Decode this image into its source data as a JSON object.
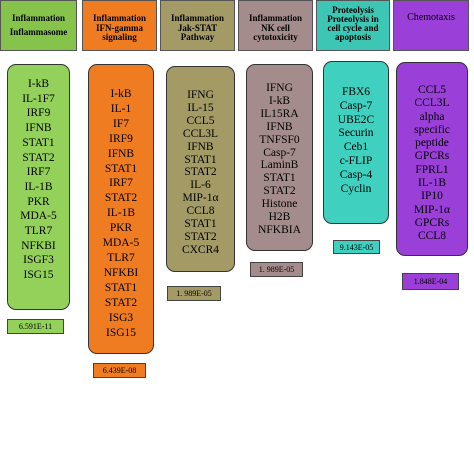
{
  "columns": [
    {
      "header": [
        "Inflammation",
        "Inflammasome"
      ],
      "genes": [
        "I-kB",
        "IL-1F7",
        "IRF9",
        "IFNB",
        "STAT1",
        "STAT2",
        "IRF7",
        "IL-1B",
        "PKR",
        "MDA-5",
        "TLR7",
        "NFKBI",
        "ISGF3",
        "ISG15"
      ],
      "pvalue": "6.591E-11",
      "colors": {
        "header": "#86c34a",
        "box": "#93d15a",
        "pvalue": "#93d15a"
      }
    },
    {
      "header": [
        "Inflammation",
        "IFN-gamma",
        "signaling"
      ],
      "genes": [
        "I-kB",
        "IL-1",
        "IF7",
        "IRF9",
        "IFNB",
        "STAT1",
        "IRF7",
        "STAT2",
        "IL-1B",
        "PKR",
        "MDA-5",
        "TLR7",
        "NFKBI",
        "STAT1",
        "STAT2",
        "ISG3",
        "ISG15"
      ],
      "pvalue": "6.439E-08",
      "colors": {
        "header": "#f07c22",
        "box": "#f07c22",
        "pvalue": "#f07c22"
      }
    },
    {
      "header": [
        "Inflammation",
        "Jak-STAT",
        "Pathway"
      ],
      "genes": [
        "IFNG",
        "IL-15",
        "CCL5",
        "CCL3L",
        "IFNB",
        "STAT1",
        "STAT2",
        "IL-6",
        "MIP-1α",
        "CCL8",
        "STAT1",
        "STAT2",
        "CXCR4"
      ],
      "pvalue": "1. 989E-05",
      "colors": {
        "header": "#a39a66",
        "box": "#a39a66",
        "pvalue": "#a39a66"
      }
    },
    {
      "header": [
        "Inflammation",
        "NK cell",
        "cytotoxicity"
      ],
      "genes": [
        "IFNG",
        "I-kB",
        "IL15RA",
        "IFNB",
        "TNFSF0",
        "Casp-7",
        "LaminB",
        "STAT1",
        "STAT2",
        "Histone",
        "H2B",
        "NFKBIA"
      ],
      "pvalue": "1. 989E-05",
      "colors": {
        "header": "#a58c8c",
        "box": "#a58c8c",
        "pvalue": "#a58c8c"
      }
    },
    {
      "header": [
        "Proteolysis",
        "Proteolysis in",
        "cell cycle and",
        "apoptosis"
      ],
      "genes": [
        "FBX6",
        "Casp-7",
        "UBE2C",
        "Securin",
        "Ceb1",
        "c-FLIP",
        "Casp-4",
        "Cyclin"
      ],
      "pvalue": "9.143E-05",
      "colors": {
        "header": "#3dc6b4",
        "box": "#3fd0bf",
        "pvalue": "#3fd0bf"
      }
    },
    {
      "header": [
        "Chemotaxis"
      ],
      "genes": [
        "CCL5",
        "CCL3L",
        "alpha",
        "specific",
        "peptide",
        "GPCRs",
        "FPRL1",
        "IL-1B",
        "IP10",
        "MIP-1α",
        "GPCRs",
        "CCL8"
      ],
      "pvalue": "1.848E-04",
      "colors": {
        "header": "#9b3fd9",
        "box": "#9b3fd9",
        "pvalue": "#9b3fd9"
      }
    }
  ]
}
